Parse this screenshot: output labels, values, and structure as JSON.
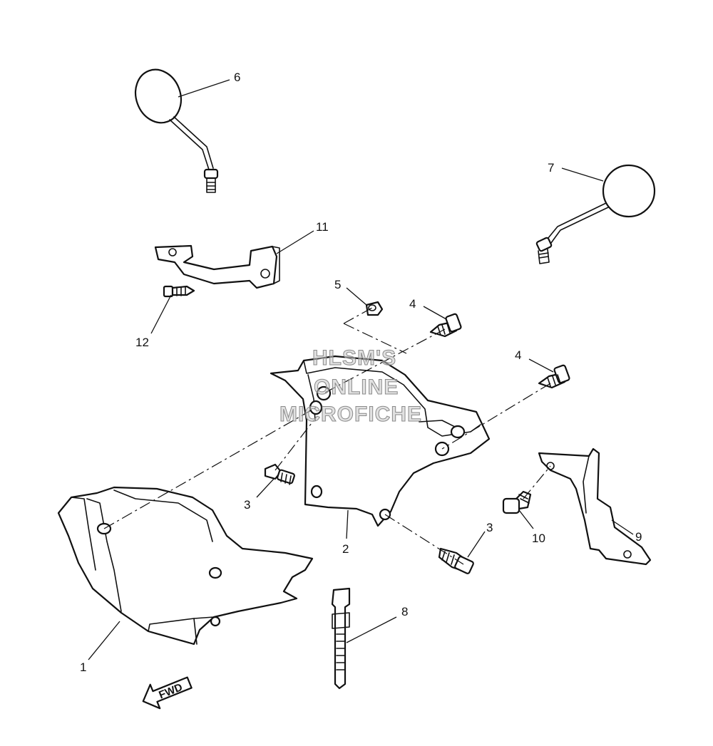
{
  "diagram": {
    "callouts": [
      "1",
      "2",
      "3",
      "3",
      "4",
      "4",
      "5",
      "6",
      "7",
      "8",
      "9",
      "10",
      "11",
      "12"
    ],
    "watermark": [
      "HLSM'S",
      "ONLINE",
      "MICROFICHE"
    ],
    "direction_label": "FWD",
    "icons": [
      "fwd-arrow-icon"
    ]
  }
}
